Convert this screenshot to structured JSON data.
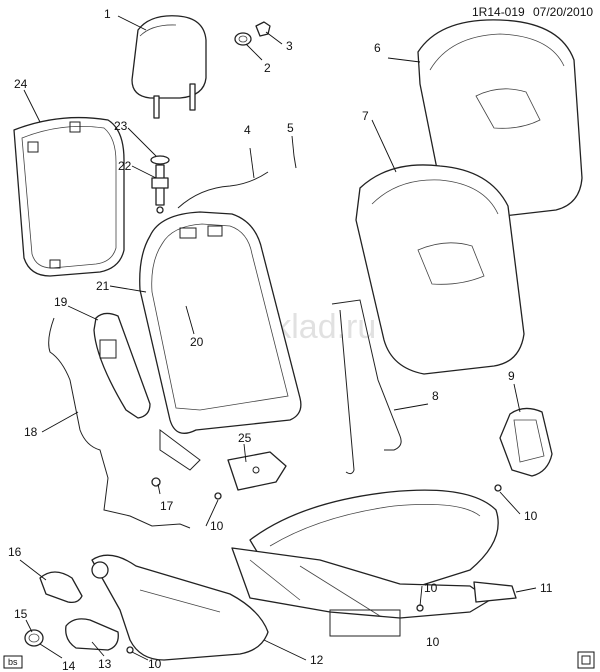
{
  "header": {
    "code": "1R14-019",
    "date": "07/20/2010"
  },
  "watermark": "gmsklad.ru",
  "corner_badges": {
    "bottom_left": "bs"
  },
  "callouts": [
    {
      "id": "c1",
      "label": "1"
    },
    {
      "id": "c2",
      "label": "2"
    },
    {
      "id": "c3",
      "label": "3"
    },
    {
      "id": "c4",
      "label": "4"
    },
    {
      "id": "c5",
      "label": "5"
    },
    {
      "id": "c6",
      "label": "6"
    },
    {
      "id": "c7",
      "label": "7"
    },
    {
      "id": "c8",
      "label": "8"
    },
    {
      "id": "c9",
      "label": "9"
    },
    {
      "id": "c10a",
      "label": "10"
    },
    {
      "id": "c10b",
      "label": "10"
    },
    {
      "id": "c10c",
      "label": "10"
    },
    {
      "id": "c10d",
      "label": "10"
    },
    {
      "id": "c10e",
      "label": "10"
    },
    {
      "id": "c11",
      "label": "11"
    },
    {
      "id": "c12",
      "label": "12"
    },
    {
      "id": "c13",
      "label": "13"
    },
    {
      "id": "c14",
      "label": "14"
    },
    {
      "id": "c15",
      "label": "15"
    },
    {
      "id": "c16",
      "label": "16"
    },
    {
      "id": "c17",
      "label": "17"
    },
    {
      "id": "c18",
      "label": "18"
    },
    {
      "id": "c19",
      "label": "19"
    },
    {
      "id": "c20",
      "label": "20"
    },
    {
      "id": "c21",
      "label": "21"
    },
    {
      "id": "c22",
      "label": "22"
    },
    {
      "id": "c23",
      "label": "23"
    },
    {
      "id": "c24",
      "label": "24"
    },
    {
      "id": "c25",
      "label": "25"
    }
  ]
}
